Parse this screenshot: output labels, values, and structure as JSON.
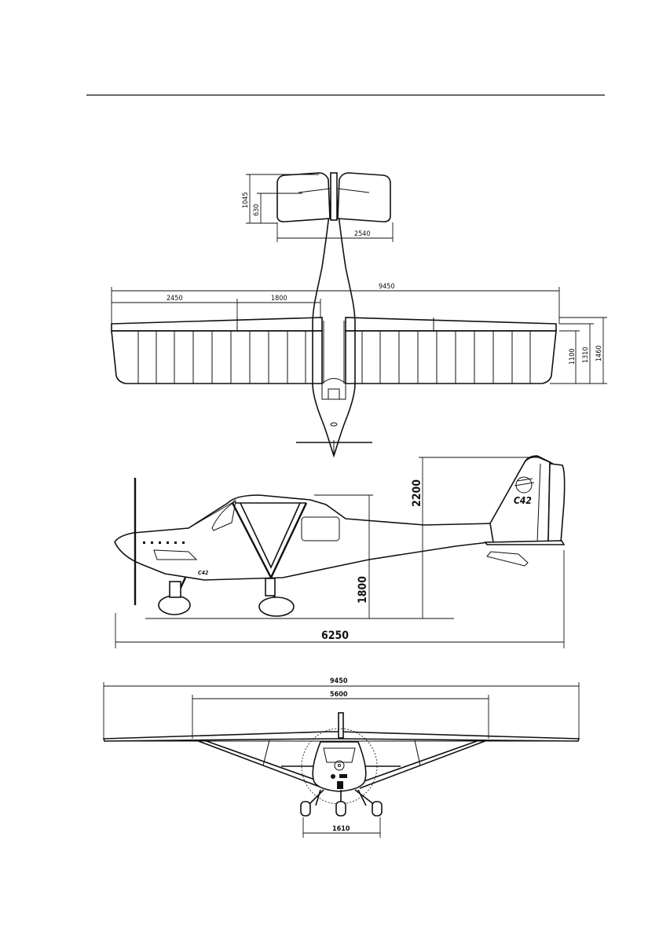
{
  "colors": {
    "ink": "#111111",
    "paper": "#ffffff"
  },
  "top_view": {
    "wingspan": "9450",
    "outer_panel": "2450",
    "inner_panel": "1800",
    "tail_span": "2540",
    "tail_chord_total": "1045",
    "elevator_chord": "630",
    "wing_chord_1": "1100",
    "wing_chord_2": "1310",
    "wing_chord_3": "1460"
  },
  "side_view": {
    "length": "6250",
    "height": "2200",
    "cabin_height": "1800",
    "fin_logo": "C42",
    "fuselage_logo": "C42"
  },
  "front_view": {
    "wingspan": "9450",
    "strut_span": "5600",
    "track": "1610"
  }
}
